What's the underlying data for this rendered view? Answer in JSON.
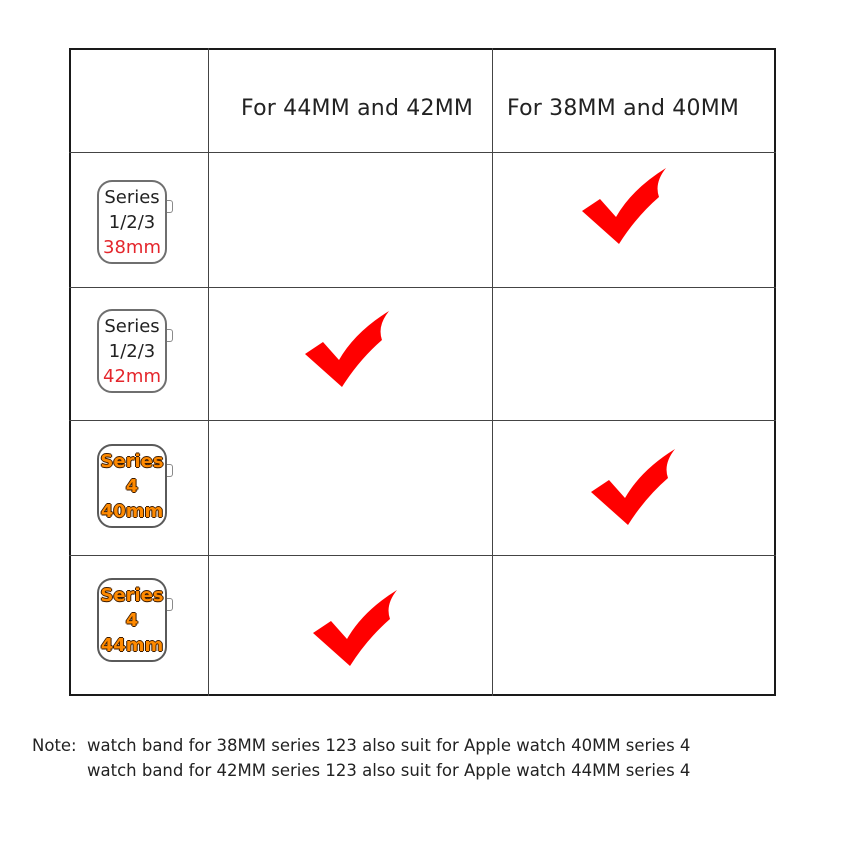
{
  "table": {
    "columns": [
      "For 44MM and 42MM",
      "For 38MM and 40MM"
    ],
    "rows": [
      {
        "series": "Series",
        "model": "1/2/3",
        "size": "38mm",
        "style": "classic",
        "fits_col1": false,
        "fits_col2": true
      },
      {
        "series": "Series",
        "model": "1/2/3",
        "size": "42mm",
        "style": "classic",
        "fits_col1": true,
        "fits_col2": false
      },
      {
        "series": "Series",
        "model": "4",
        "size": "40mm",
        "style": "series4",
        "fits_col1": false,
        "fits_col2": true
      },
      {
        "series": "Series",
        "model": "4",
        "size": "44mm",
        "style": "series4",
        "fits_col1": true,
        "fits_col2": false
      }
    ],
    "check_icon": "red-checkmark",
    "colors": {
      "check": "#ff0000",
      "size_text": "#e4262c",
      "series4_text": "#ff8a00"
    }
  },
  "note": {
    "prefix": "Note:",
    "line1": "watch band for 38MM series 123 also suit for Apple watch 40MM series 4",
    "line2": "watch band for 42MM series 123 also suit for Apple watch 44MM series 4"
  }
}
